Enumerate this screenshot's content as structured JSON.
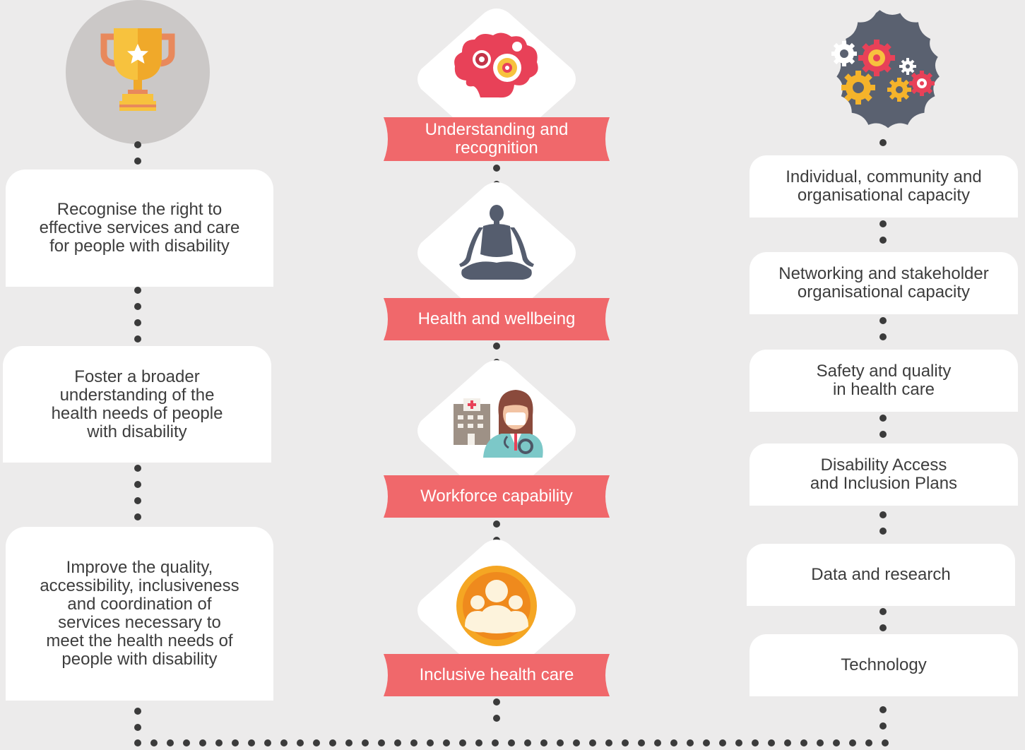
{
  "left_column": {
    "items": [
      {
        "label": "Recognise the right to\neffective services and care\nfor people with disability"
      },
      {
        "label": "Foster a broader\nunderstanding of the\nhealth needs of people\nwith disability"
      },
      {
        "label": "Improve the quality,\naccessibility, inclusiveness\nand coordination of\nservices necessary to\nmeet the health needs of\npeople with disability"
      }
    ]
  },
  "middle_column": {
    "items": [
      {
        "label": "Understanding and\nrecognition",
        "icon": "brain-gears-icon"
      },
      {
        "label": "Health and wellbeing",
        "icon": "meditation-icon"
      },
      {
        "label": "Workforce capability",
        "icon": "doctor-hospital-icon"
      },
      {
        "label": "Inclusive health care",
        "icon": "people-group-icon"
      }
    ]
  },
  "right_column": {
    "items": [
      {
        "label": "Individual, community and\norganisational capacity"
      },
      {
        "label": "Networking and stakeholder\norganisational capacity"
      },
      {
        "label": "Safety and quality\nin health care"
      },
      {
        "label": "Disability Access\nand Inclusion Plans"
      },
      {
        "label": "Data and research"
      },
      {
        "label": "Technology"
      }
    ]
  },
  "colors": {
    "background": "#ecebeb",
    "ribbon": "#f0686b",
    "ribbon_dark": "#c94a4d",
    "dots": "#3b3b3b",
    "gear_badge": "#5a6170",
    "trophy_circle": "#cbc8c7"
  }
}
